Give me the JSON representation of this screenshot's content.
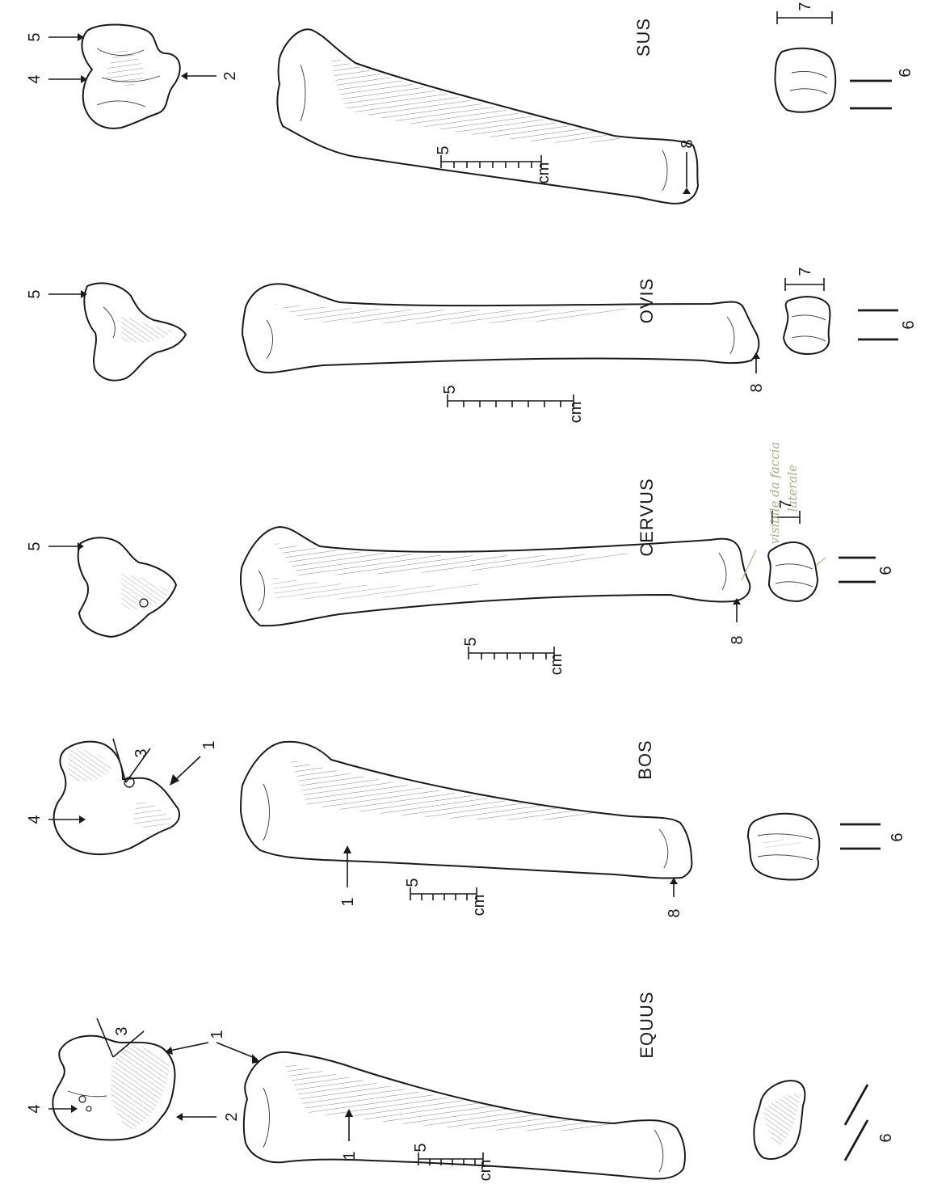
{
  "plate": {
    "rows": [
      {
        "species": "SUS",
        "proximal_labels": [
          "5",
          "4",
          "2"
        ],
        "shaft_label": "8",
        "scale": {
          "number": "5",
          "unit": "cm"
        },
        "distal_labels": [
          "7",
          "6"
        ]
      },
      {
        "species": "OVIS",
        "proximal_labels": [
          "5"
        ],
        "shaft_label": "8",
        "scale": {
          "number": "5",
          "unit": "cm"
        },
        "distal_labels": [
          "7",
          "6"
        ]
      },
      {
        "species": "CERVUS",
        "proximal_labels": [
          "5"
        ],
        "shaft_label": "8",
        "scale": {
          "number": "5",
          "unit": "cm"
        },
        "distal_labels": [
          "7",
          "6"
        ],
        "handwritten_note": [
          "visibile da faccia",
          "laterale"
        ]
      },
      {
        "species": "BOS",
        "proximal_labels": [
          "4",
          "3",
          "1"
        ],
        "shaft_labels": [
          "1",
          "8"
        ],
        "scale": {
          "number": "5",
          "unit": "cm"
        },
        "distal_labels": [
          "6"
        ]
      },
      {
        "species": "EQUUS",
        "proximal_labels": [
          "4",
          "3",
          "2",
          "1"
        ],
        "shaft_label": "1",
        "scale": {
          "number": "5",
          "unit": "cm"
        },
        "distal_labels": [
          "6"
        ]
      }
    ]
  },
  "colors": {
    "ink": "#1a1a1a",
    "pencil_note": "#a8ad82",
    "paper": "#ffffff"
  }
}
